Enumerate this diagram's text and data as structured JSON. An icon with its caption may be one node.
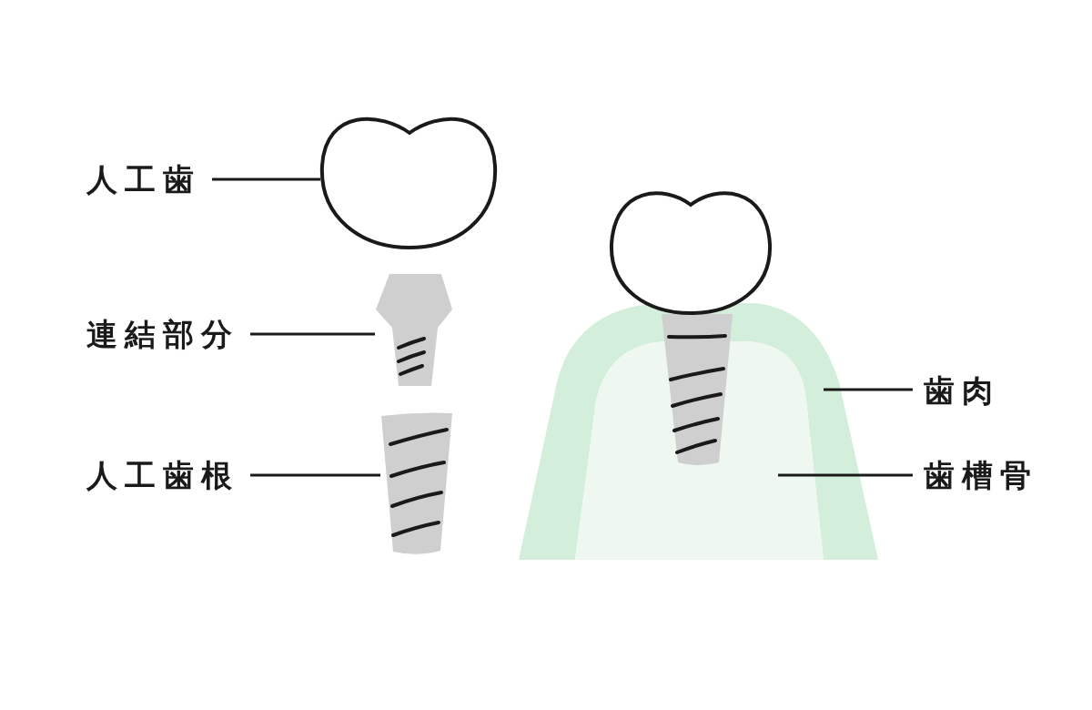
{
  "diagram": {
    "nodes": [
      {
        "text": [
          "人工歯"
        ]
      },
      {
        "text": [],
        "shape": "circle"
      },
      {
        "text": [
          "連結部分"
        ]
      },
      {
        "text": [],
        "shape": "picture"
      },
      {
        "text": [
          "人工歯根"
        ]
      },
      {
        "text": [],
        "shape": "picture"
      },
      {
        "text": [
          "歯肉"
        ]
      },
      {
        "text": [],
        "shape": "picture"
      },
      {
        "text": [
          "歯槽骨"
        ]
      },
      {
        "text": [],
        "shape": "picture",
        "in": 7
      }
    ],
    "edges": [
      {
        "from": 0,
        "to": 1,
        "arrow": "none"
      },
      {
        "from": 2,
        "to": 3,
        "arrow": "none"
      },
      {
        "from": 4,
        "to": 5,
        "arrow": "none"
      },
      {
        "from": 6,
        "to": 7,
        "arrow": "none"
      },
      {
        "from": 8,
        "to": 9,
        "arrow": "none"
      }
    ]
  }
}
